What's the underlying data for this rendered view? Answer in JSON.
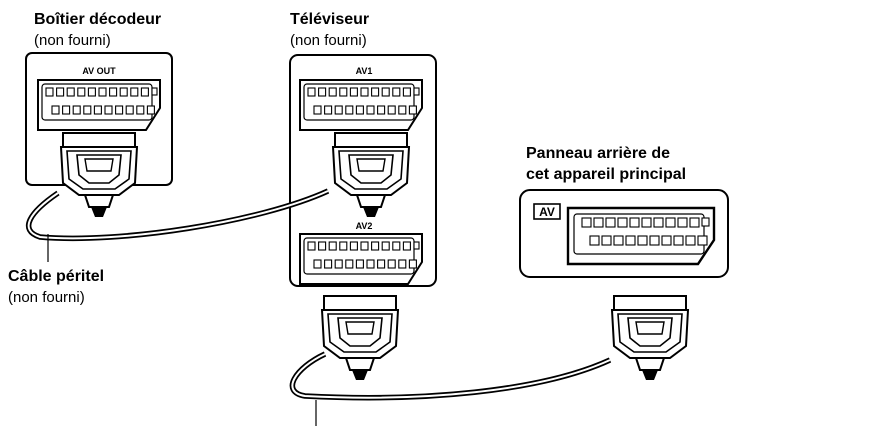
{
  "decoder": {
    "title": "Boîtier décodeur",
    "note": "(non fourni)",
    "port_label": "AV OUT"
  },
  "tv": {
    "title": "Téléviseur",
    "note": "(non fourni)",
    "port1_label": "AV1",
    "port2_label": "AV2"
  },
  "main_unit": {
    "title_line1": "Panneau arrière de",
    "title_line2": "cet appareil principal",
    "port_label": "AV"
  },
  "cable": {
    "title": "Câble péritel",
    "note": "(non fourni)"
  },
  "colors": {
    "line": "#000000",
    "background": "#ffffff"
  }
}
